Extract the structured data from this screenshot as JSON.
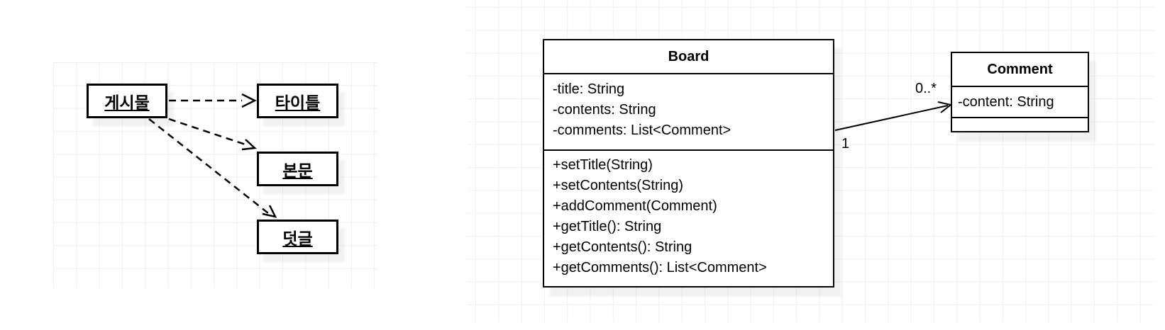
{
  "canvas": {
    "background_color": "#ffffff",
    "grid_color": "#f0f0f0",
    "stroke_color": "#000000",
    "shadow_color": "rgba(0,0,0,0.055)"
  },
  "object_diagram": {
    "nodes": [
      {
        "id": "post",
        "label": "게시물"
      },
      {
        "id": "title",
        "label": "타이틀"
      },
      {
        "id": "body",
        "label": "본문"
      },
      {
        "id": "reply",
        "label": "덧글"
      }
    ],
    "edges": [
      {
        "from": "게시물",
        "to": "타이틀",
        "style": "dashed-open-arrow"
      },
      {
        "from": "게시물",
        "to": "본문",
        "style": "dashed-open-arrow"
      },
      {
        "from": "게시물",
        "to": "덧글",
        "style": "dashed-open-arrow"
      }
    ]
  },
  "class_diagram": {
    "board": {
      "name": "Board",
      "attributes": [
        "-title: String",
        "-contents: String",
        "-comments: List<Comment>"
      ],
      "methods": [
        "+setTitle(String)",
        "+setContents(String)",
        "+addComment(Comment)",
        "+getTitle(): String",
        "+getContents(): String",
        "+getComments(): List<Comment>"
      ]
    },
    "comment": {
      "name": "Comment",
      "attributes": [
        "-content: String"
      ],
      "methods": []
    },
    "association": {
      "from": "Board",
      "to": "Comment",
      "source_multiplicity": "1",
      "target_multiplicity": "0..*",
      "style": "solid-open-arrow"
    }
  }
}
